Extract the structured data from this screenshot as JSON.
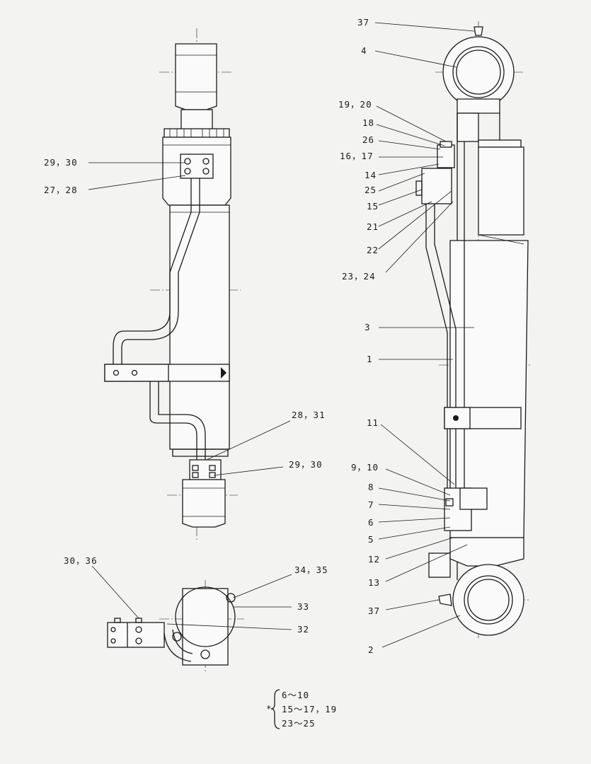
{
  "callouts": {
    "c37_top": "37",
    "c4": "4",
    "c19_20": "19，20",
    "c18": "18",
    "c26": "26",
    "c16_17": "16，17",
    "c14": "14",
    "c25": "25",
    "c15": "15",
    "c21": "21",
    "c22": "22",
    "c23_24": "23，24",
    "c3": "3",
    "c1": "1",
    "c11": "11",
    "c9_10": "9，10",
    "c8": "8",
    "c7": "7",
    "c6": "6",
    "c5": "5",
    "c12": "12",
    "c13": "13",
    "c37_bottom": "37",
    "c2": "2",
    "c29_30_top": "29，30",
    "c27_28": "27，28",
    "c28_31": "28，31",
    "c29_30_bottom": "29，30",
    "c30_36": "30，36",
    "c34_35": "34，35",
    "c33": "33",
    "c32": "32"
  },
  "note": {
    "mark": "*",
    "lines": [
      "6～10",
      "15～17，19",
      "23～25"
    ]
  }
}
